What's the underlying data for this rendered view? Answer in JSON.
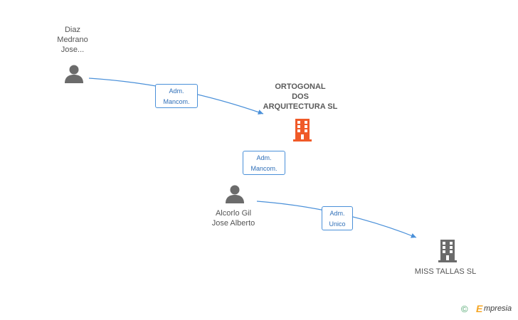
{
  "nodes": {
    "person_diaz": {
      "label": "Diaz\nMedrano\nJose..."
    },
    "company_ortogonal": {
      "label": "ORTOGONAL\nDOS\nARQUITECTURA SL",
      "color": "#f05a28"
    },
    "person_alcorlo": {
      "label": "Alcorlo Gil\nJose Alberto"
    },
    "company_miss_tallas": {
      "label": "MISS TALLAS SL",
      "color": "#6b6b6b"
    }
  },
  "edges": {
    "diaz_to_ortogonal": {
      "label": "Adm.\nMancom."
    },
    "alcorlo_to_ortogonal": {
      "label": "Adm.\nMancom."
    },
    "alcorlo_to_miss_tallas": {
      "label": "Adm.\nUnico"
    }
  },
  "colors": {
    "edge": "#4a90d9",
    "person_icon": "#6b6b6b"
  },
  "footer": {
    "copyright_symbol": "©",
    "brand_initial": "E",
    "brand_rest": "mpresia"
  }
}
